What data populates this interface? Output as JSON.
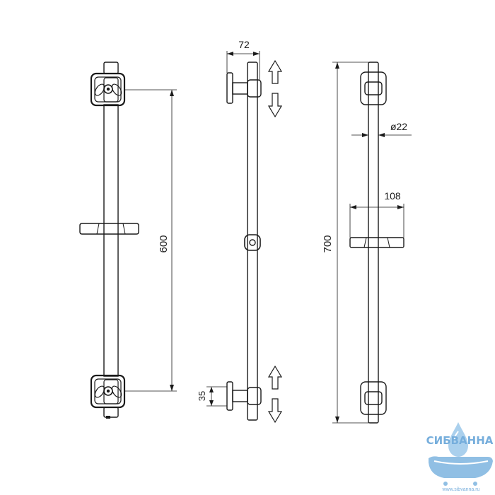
{
  "dimensions": {
    "width_top": "72",
    "bar_spacing": "600",
    "total_length": "700",
    "diameter": "ø22",
    "holder_width": "108",
    "bracket_depth": "35"
  },
  "watermark": {
    "brand": "СИБВАННА",
    "url": "www.sibvanna.ru"
  },
  "colors": {
    "line": "#1a1a1a",
    "watermark": "#5fa0d6"
  }
}
